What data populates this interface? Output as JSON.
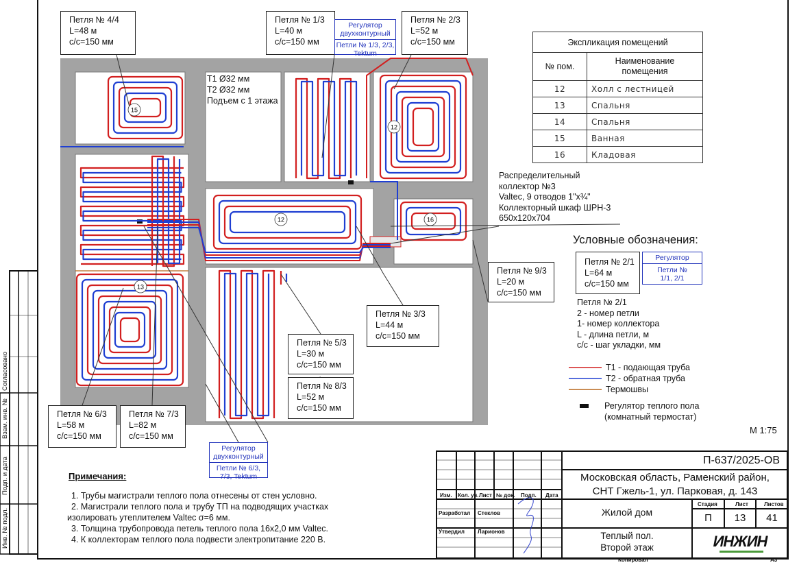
{
  "colors": {
    "supply": "#d21f1f",
    "return": "#1f3fd2",
    "thermal_joint": "#b8671c",
    "wall": "#a3a3a3",
    "regulator": "#2233bb"
  },
  "riser": {
    "t1": "Т1 Ø32 мм",
    "t2": "Т2 Ø32 мм",
    "rise": "Подъем с 1 этажа"
  },
  "loops": [
    {
      "id": "4-4",
      "title": "Петля № 4/4",
      "length": "L=48 м",
      "step": "с/с=150 мм"
    },
    {
      "id": "1-3",
      "title": "Петля № 1/3",
      "length": "L=40 м",
      "step": "с/с=150 мм"
    },
    {
      "id": "2-3",
      "title": "Петля № 2/3",
      "length": "L=52 м",
      "step": "с/с=150 мм"
    },
    {
      "id": "9-3",
      "title": "Петля № 9/3",
      "length": "L=20 м",
      "step": "с/с=150 мм"
    },
    {
      "id": "3-3",
      "title": "Петля № 3/3",
      "length": "L=44 м",
      "step": "с/с=150 мм"
    },
    {
      "id": "5-3",
      "title": "Петля № 5/3",
      "length": "L=30 м",
      "step": "с/с=150 мм"
    },
    {
      "id": "8-3",
      "title": "Петля № 8/3",
      "length": "L=52 м",
      "step": "с/с=150 мм"
    },
    {
      "id": "6-3",
      "title": "Петля № 6/3",
      "length": "L=58 м",
      "step": "с/с=150 мм"
    },
    {
      "id": "7-3",
      "title": "Петля № 7/3",
      "length": "L=82 м",
      "step": "с/с=150 мм"
    }
  ],
  "regulators": [
    {
      "title": "Регулятор двухконтурный",
      "loops": "Петли № 1/3, 2/3, Tektum"
    },
    {
      "title": "Регулятор двухконтурный",
      "loops": "Петли № 6/3, 7/3, Tektum"
    }
  ],
  "room_tags": [
    "15",
    "12",
    "12",
    "16",
    "13"
  ],
  "explication": {
    "title": "Экспликация помещений",
    "col_num": "№ пом.",
    "col_name": "Наименование помещения",
    "rows": [
      {
        "num": "12",
        "name": "Холл с лестницей"
      },
      {
        "num": "13",
        "name": "Спальня"
      },
      {
        "num": "14",
        "name": "Спальня"
      },
      {
        "num": "15",
        "name": "Ванная"
      },
      {
        "num": "16",
        "name": "Кладовая"
      }
    ]
  },
  "collector": {
    "lines": [
      "Распределительный",
      "коллектор №3",
      "Valtec, 9 отводов 1\"х¾\"",
      "Коллекторный шкаф ШРН-3",
      "650x120x704"
    ]
  },
  "legend": {
    "title": "Условные обозначения:",
    "sample_loop": {
      "title": "Петля № 2/1",
      "length": "L=64 м",
      "step": "с/с=150 мм"
    },
    "sample_regulator": {
      "title": "Регулятор",
      "loops": "Петли № 1/1, 2/1"
    },
    "explain": [
      "Петля № 2/1",
      "2 - номер петли",
      "1- номер коллектора",
      "L - длина петли, м",
      "с/с - шаг укладки, мм"
    ],
    "t1": "Т1 - подающая труба",
    "t2": "Т2 - обратная труба",
    "thermal": "Термошвы",
    "thermostat": [
      "Регулятор теплого пола",
      "(комнатный термостат)"
    ]
  },
  "scale": "М 1:75",
  "notes": {
    "title": "Примечания:",
    "items": [
      "1.    Трубы магистрали теплого пола отнесены от стен условно.",
      "2.    Магистрали теплого пола и трубу ТП на подводящих участках",
      "изолировать утеплителем Valtec σ=6 мм.",
      "3.    Толщина трубопровода петель теплого пола 16х2,0 мм Valtec.",
      "4.    К коллекторам теплого пола подвести электропитание 220 В."
    ]
  },
  "stamp": {
    "agreed": "Согласовано",
    "replace": "Взам. инв. №",
    "sign_date": "Подп. и дата",
    "inv": "Инв. № подл."
  },
  "title_block": {
    "code": "П-637/2025-ОВ",
    "address1": "Московская область, Раменский район,",
    "address2": "СНТ Гжель-1, ул. Парковая, д. 143",
    "cols": [
      "Изм.",
      "Кол. уч.",
      "Лист",
      "№ док.",
      "Подп.",
      "Дата"
    ],
    "developed_role": "Разработал",
    "developed_name": "Стеклов",
    "approved_role": "Утвердил",
    "approved_name": "Ларионов",
    "object": "Жилой дом",
    "stage_label": "Стадия",
    "sheet_label": "Лист",
    "sheets_label": "Листов",
    "stage": "П",
    "sheet": "13",
    "sheets": "41",
    "title1": "Теплый пол.",
    "title2": "Второй этаж",
    "logo": "ИНЖИН",
    "copied": "Копировал",
    "format": "А3"
  }
}
